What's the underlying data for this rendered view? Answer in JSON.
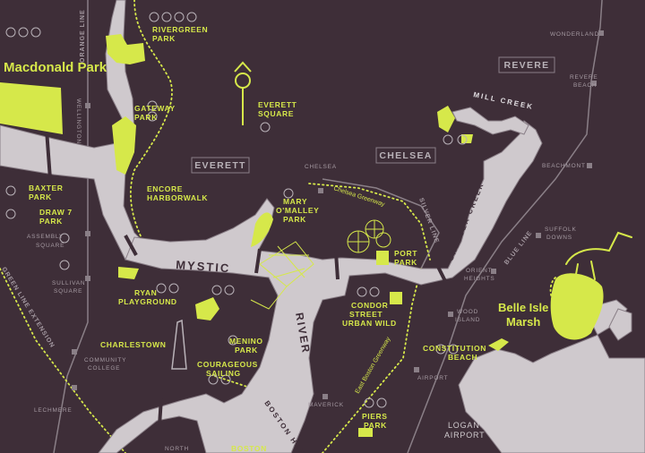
{
  "parks": {
    "macdonald": "Macdonald Park",
    "rivergreen_1": "RIVERGREEN",
    "rivergreen_2": "PARK",
    "gateway_1": "GATEWAY",
    "gateway_2": "PARK",
    "everett_sq_1": "EVERETT",
    "everett_sq_2": "SQUARE",
    "encore_1": "ENCORE",
    "encore_2": "HARBORWALK",
    "baxter_1": "BAXTER",
    "baxter_2": "PARK",
    "draw7_1": "DRAW 7",
    "draw7_2": "PARK",
    "mary_1": "MARY",
    "mary_2": "O'MALLEY",
    "mary_3": "PARK",
    "port_1": "PORT",
    "port_2": "PARK",
    "ryan_1": "RYAN",
    "ryan_2": "PLAYGROUND",
    "condor_1": "CONDOR",
    "condor_2": "STREET",
    "condor_3": "URBAN WILD",
    "charlestown": "CHARLESTOWN",
    "menino_1": "MENINO",
    "menino_2": "PARK",
    "courageous_1": "COURAGEOUS",
    "courageous_2": "SAILING",
    "constitution_1": "CONSTITUTION",
    "constitution_2": "BEACH",
    "belle_isle_1": "Belle Isle",
    "belle_isle_2": "Marsh",
    "piers_1": "PIERS",
    "piers_2": "PARK",
    "boston": "BOSTON"
  },
  "cities": {
    "everett": "EVERETT",
    "chelsea": "CHELSEA",
    "revere": "REVERE"
  },
  "water": {
    "mystic": "MYSTIC",
    "river": "RIVER",
    "boston_harbor": "BOSTON HAR",
    "mill_creek": "MILL CREEK",
    "chelsea_creek": "CHELSEA CREEK"
  },
  "stations": {
    "wellington": "WELLINGTON",
    "assembly_1": "ASSEMBLY",
    "assembly_2": "SQUARE",
    "sullivan_1": "SULLIVAN",
    "sullivan_2": "SQUARE",
    "community_1": "COMMUNITY",
    "community_2": "COLLEGE",
    "lechmere": "LECHMERE",
    "north": "NORTH",
    "chelsea": "CHELSEA",
    "maverick": "MAVERICK",
    "airport": "AIRPORT",
    "wood_1": "WOOD",
    "wood_2": "ISLAND",
    "orient_1": "ORIENT",
    "orient_2": "HEIGHTS",
    "suffolk_1": "SUFFOLK",
    "suffolk_2": "DOWNS",
    "beachmont": "BEACHMONT",
    "revere_1": "REVERE",
    "revere_2": "BEACH",
    "wonderland": "WONDERLAND",
    "logan_1": "LOGAN",
    "logan_2": "AIRPORT"
  },
  "lines": {
    "orange": "ORANGE LINE",
    "green_ext": "GREEN LINE EXTENSION",
    "silver": "SILVER LINE",
    "blue": "BLUE LINE"
  },
  "greenways": {
    "chelsea": "Chelsea Greenway",
    "east_boston": "East Boston Greenway"
  },
  "icons": [
    "bike-icon",
    "walk-icon",
    "tree-icon",
    "bus-icon",
    "train-icon",
    "bird-icon",
    "tower-icon"
  ],
  "colors": {
    "land": "#3e2e38",
    "water": "#cfc9cd",
    "park": "#d6e84a",
    "label": "#b9b2b8"
  }
}
